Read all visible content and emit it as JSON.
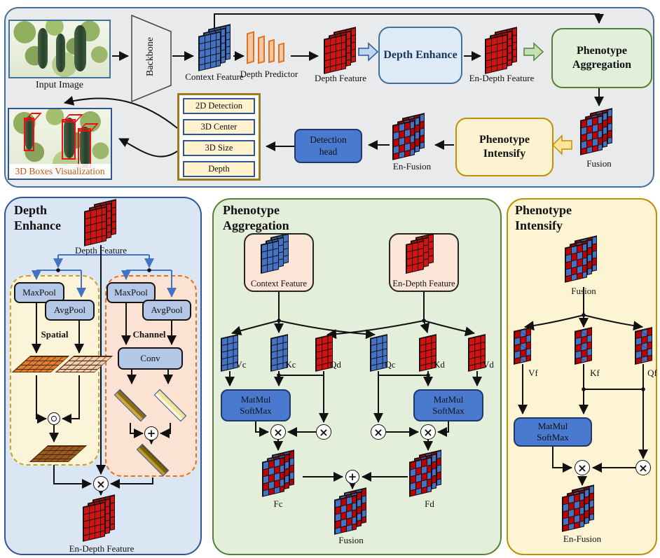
{
  "pipeline": {
    "input_image": "Input Image",
    "backbone": "Backbone",
    "context_feature": "Context Feature",
    "depth_predictor": "Depth Predictor",
    "depth_feature": "Depth Feature",
    "depth_enhance": "Depth Enhance",
    "en_depth_feature": "En-Depth Feature",
    "phenotype_aggregation": "Phenotype Aggregation",
    "fusion": "Fusion",
    "phenotype_intensify": "Phenotype Intensify",
    "en_fusion": "En-Fusion",
    "detection_head": "Detection head",
    "outputs": [
      "2D Detection",
      "3D Center",
      "3D Size",
      "Depth"
    ],
    "visualization": "3D Boxes Visualization"
  },
  "depth_enhance": {
    "title": "Depth Enhance",
    "input": "Depth Feature",
    "maxpool": "MaxPool",
    "avgpool": "AvgPool",
    "spatial": "Spatial",
    "channel": "Channel",
    "conv": "Conv",
    "output": "En-Depth Feature"
  },
  "aggregation": {
    "title": "Phenotype Aggregation",
    "context_input": "Context Feature",
    "depth_input": "En-Depth Feature",
    "branches": [
      "Vc",
      "Kc",
      "Qd",
      "Qc",
      "Kd",
      "Vd"
    ],
    "matmul": "MatMul",
    "softmax": "SoftMax",
    "fc": "Fc",
    "fd": "Fd",
    "output": "Fusion"
  },
  "intensify": {
    "title": "Phenotype Intensify",
    "input": "Fusion",
    "branches": [
      "Vf",
      "Kf",
      "Qf"
    ],
    "matmul": "MatMul",
    "softmax": "SoftMax",
    "output": "En-Fusion"
  },
  "operators": {
    "multiply": "×",
    "add": "+"
  },
  "colors": {
    "context_blue": "#4472c4",
    "depth_red": "#d31212",
    "accent_navy": "#2f5597",
    "accent_green": "#538135",
    "accent_gold": "#bf9000"
  }
}
